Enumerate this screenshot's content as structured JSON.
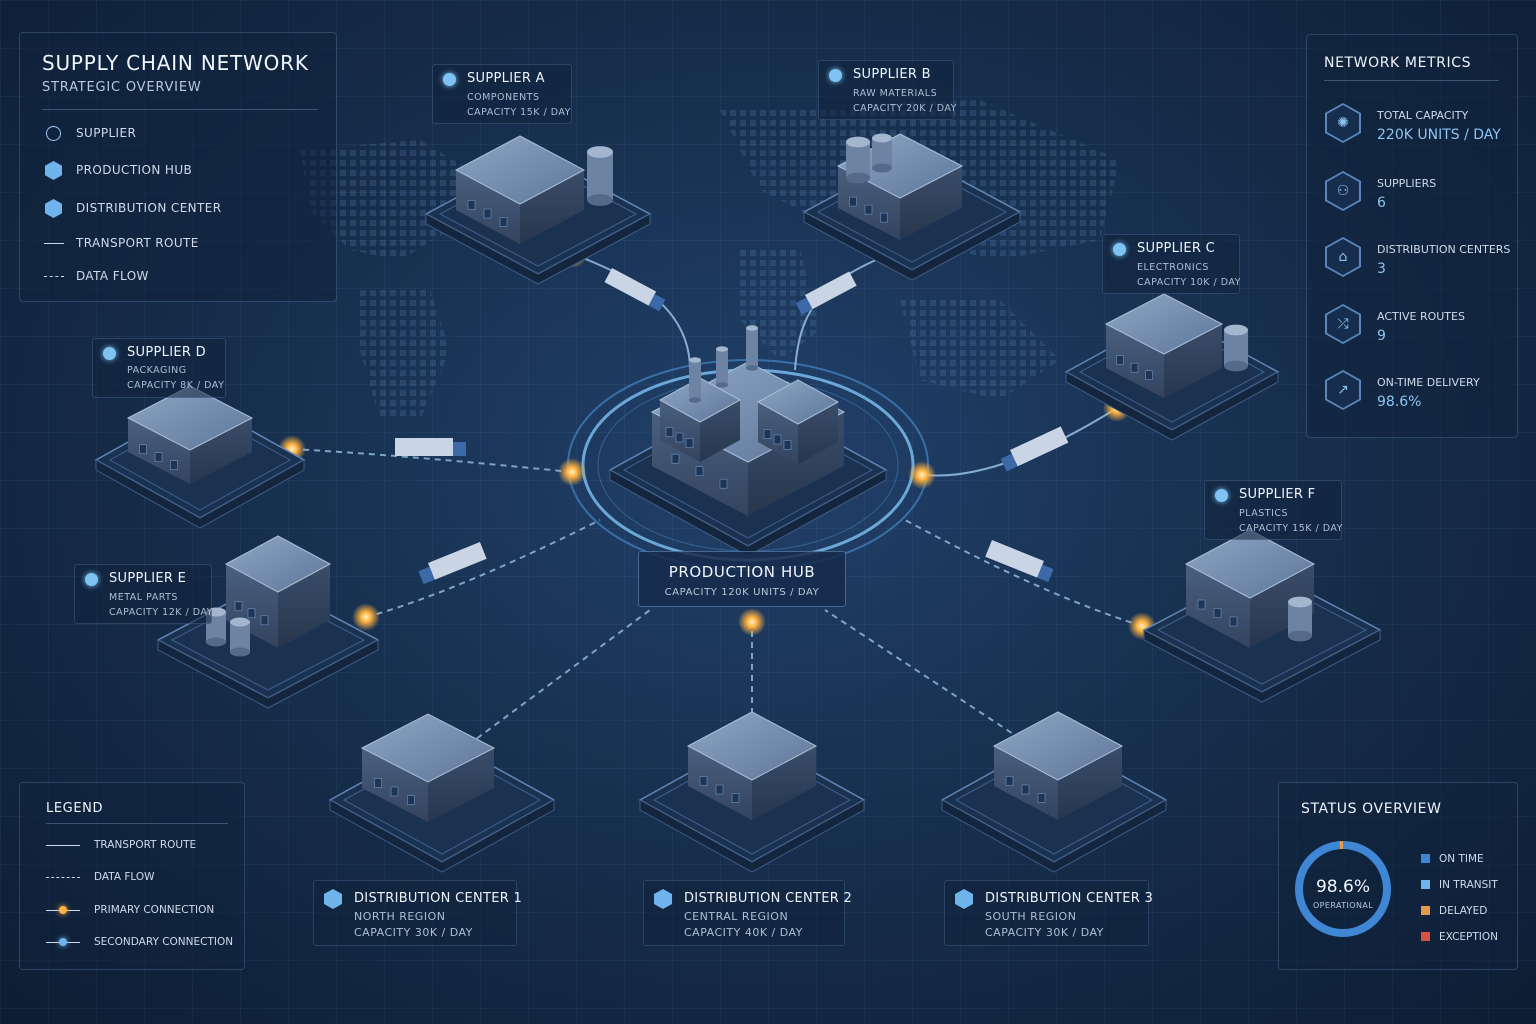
{
  "header": {
    "title": "SUPPLY CHAIN NETWORK",
    "subtitle": "STRATEGIC OVERVIEW"
  },
  "key": {
    "items": [
      {
        "label": "SUPPLIER",
        "icon": "circle-outline-icon"
      },
      {
        "label": "PRODUCTION HUB",
        "icon": "hexagon-icon"
      },
      {
        "label": "DISTRIBUTION CENTER",
        "icon": "hexagon-icon"
      },
      {
        "label": "TRANSPORT ROUTE",
        "icon": "solid-line-icon"
      },
      {
        "label": "DATA FLOW",
        "icon": "dashed-line-icon"
      }
    ]
  },
  "suppliers": [
    {
      "name": "SUPPLIER A",
      "type": "COMPONENTS",
      "capacity": "CAPACITY  15K / DAY"
    },
    {
      "name": "SUPPLIER B",
      "type": "RAW MATERIALS",
      "capacity": "CAPACITY  20K / DAY"
    },
    {
      "name": "SUPPLIER C",
      "type": "ELECTRONICS",
      "capacity": "CAPACITY  10K / DAY"
    },
    {
      "name": "SUPPLIER D",
      "type": "PACKAGING",
      "capacity": "CAPACITY  8K / DAY"
    },
    {
      "name": "SUPPLIER E",
      "type": "METAL PARTS",
      "capacity": "CAPACITY  12K / DAY"
    },
    {
      "name": "SUPPLIER F",
      "type": "PLASTICS",
      "capacity": "CAPACITY  15K / DAY"
    }
  ],
  "hub": {
    "name": "PRODUCTION HUB",
    "capacity": "CAPACITY  120K UNITS / DAY"
  },
  "distribution_centers": [
    {
      "name": "DISTRIBUTION CENTER 1",
      "region": "NORTH REGION",
      "capacity": "CAPACITY  30K / DAY"
    },
    {
      "name": "DISTRIBUTION CENTER 2",
      "region": "CENTRAL REGION",
      "capacity": "CAPACITY  40K / DAY"
    },
    {
      "name": "DISTRIBUTION CENTER 3",
      "region": "SOUTH REGION",
      "capacity": "CAPACITY  30K / DAY"
    }
  ],
  "metrics": {
    "title": "NETWORK METRICS",
    "items": [
      {
        "label": "TOTAL CAPACITY",
        "value": "220K UNITS / DAY",
        "icon": "network-icon"
      },
      {
        "label": "SUPPLIERS",
        "value": "6",
        "icon": "people-icon"
      },
      {
        "label": "DISTRIBUTION CENTERS",
        "value": "3",
        "icon": "warehouse-icon"
      },
      {
        "label": "ACTIVE ROUTES",
        "value": "9",
        "icon": "route-icon"
      },
      {
        "label": "ON-TIME DELIVERY",
        "value": "98.6%",
        "icon": "trend-up-icon"
      }
    ]
  },
  "legend": {
    "title": "LEGEND",
    "items": [
      {
        "label": "TRANSPORT ROUTE",
        "icon": "solid-line-icon"
      },
      {
        "label": "DATA FLOW",
        "icon": "dashed-line-icon"
      },
      {
        "label": "PRIMARY CONNECTION",
        "icon": "orange-node-icon"
      },
      {
        "label": "SECONDARY CONNECTION",
        "icon": "blue-node-icon"
      }
    ]
  },
  "status": {
    "title": "STATUS OVERVIEW",
    "value": "98.6%",
    "value_label": "OPERATIONAL",
    "operational_fraction": 0.986,
    "items": [
      {
        "label": "ON TIME",
        "color": "#3f86d4"
      },
      {
        "label": "IN TRANSIT",
        "color": "#6fb4ec"
      },
      {
        "label": "DELAYED",
        "color": "#e39a4a"
      },
      {
        "label": "EXCEPTION",
        "color": "#d9533c"
      }
    ]
  },
  "colors": {
    "accent": "#6fb4ec",
    "primary_node": "#ffb340",
    "secondary_node": "#6fb4ec"
  }
}
